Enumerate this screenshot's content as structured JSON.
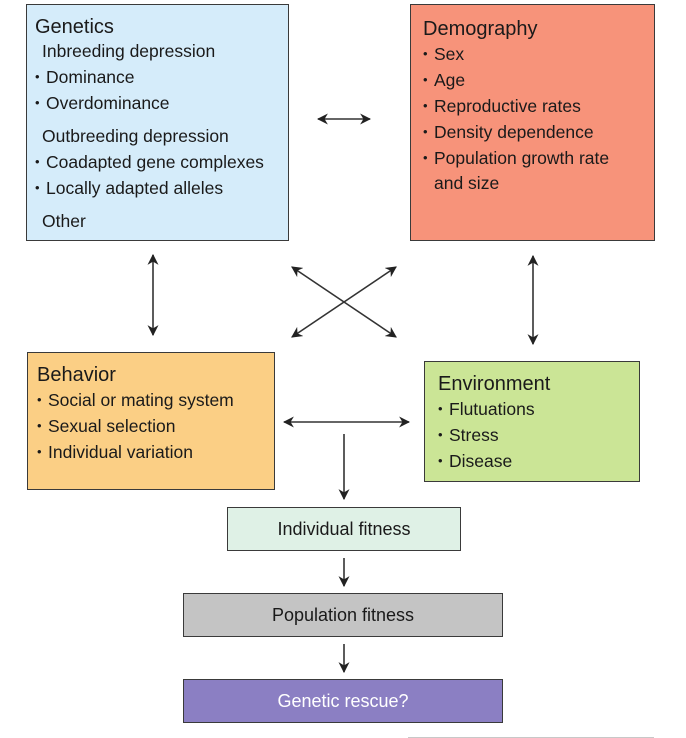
{
  "diagram": {
    "genetics": {
      "title": "Genetics",
      "groups": [
        {
          "heading": "Inbreeding depression",
          "items": [
            "Dominance",
            "Overdominance"
          ]
        },
        {
          "heading": "Outbreeding depression",
          "items": [
            "Coadapted gene complexes",
            "Locally adapted alleles"
          ]
        },
        {
          "heading": "Other",
          "items": []
        }
      ],
      "color": "#d5ecfa"
    },
    "demography": {
      "title": "Demography",
      "items": [
        "Sex",
        "Age",
        "Reproductive rates",
        "Density dependence",
        "Population growth rate"
      ],
      "continuation": "and size",
      "color": "#f7937a"
    },
    "behavior": {
      "title": "Behavior",
      "items": [
        "Social or mating system",
        "Sexual selection",
        "Individual variation"
      ],
      "color": "#fbcf85"
    },
    "environment": {
      "title": "Environment",
      "items": [
        "Flutuations",
        "Stress",
        "Disease"
      ],
      "color": "#cbe596"
    },
    "individual_fitness": {
      "label": "Individual fitness",
      "color": "#dff1e6"
    },
    "population_fitness": {
      "label": "Population fitness",
      "color": "#c4c4c4"
    },
    "genetic_rescue": {
      "label": "Genetic rescue?",
      "color": "#8b7fc3"
    }
  }
}
